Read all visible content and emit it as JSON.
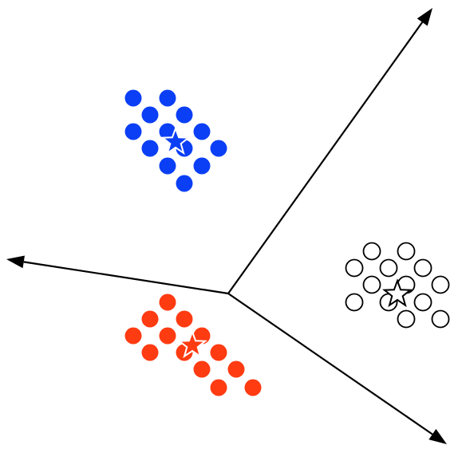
{
  "diagram": {
    "kind": "three-cluster scatter with dividing axes and centroid stars",
    "colors": {
      "blue": "#0b3ff5",
      "red": "#ff3b12",
      "white_fill": "#ffffff",
      "outline": "#000000",
      "axis": "#000000"
    },
    "clusters": [
      {
        "name": "blue-cluster",
        "style": "filled-blue",
        "point_count": 13
      },
      {
        "name": "red-cluster",
        "style": "filled-red",
        "point_count": 13
      },
      {
        "name": "white-cluster",
        "style": "hollow-black",
        "point_count": 13
      }
    ],
    "centroids": [
      {
        "name": "blue-centroid-star",
        "style": "filled-blue"
      },
      {
        "name": "red-centroid-star",
        "style": "filled-red"
      },
      {
        "name": "white-centroid-star",
        "style": "hollow-black"
      }
    ],
    "axes": [
      {
        "name": "axis-up-right",
        "arrowhead": true
      },
      {
        "name": "axis-left",
        "arrowhead": true
      },
      {
        "name": "axis-down-right",
        "arrowhead": true
      }
    ]
  }
}
